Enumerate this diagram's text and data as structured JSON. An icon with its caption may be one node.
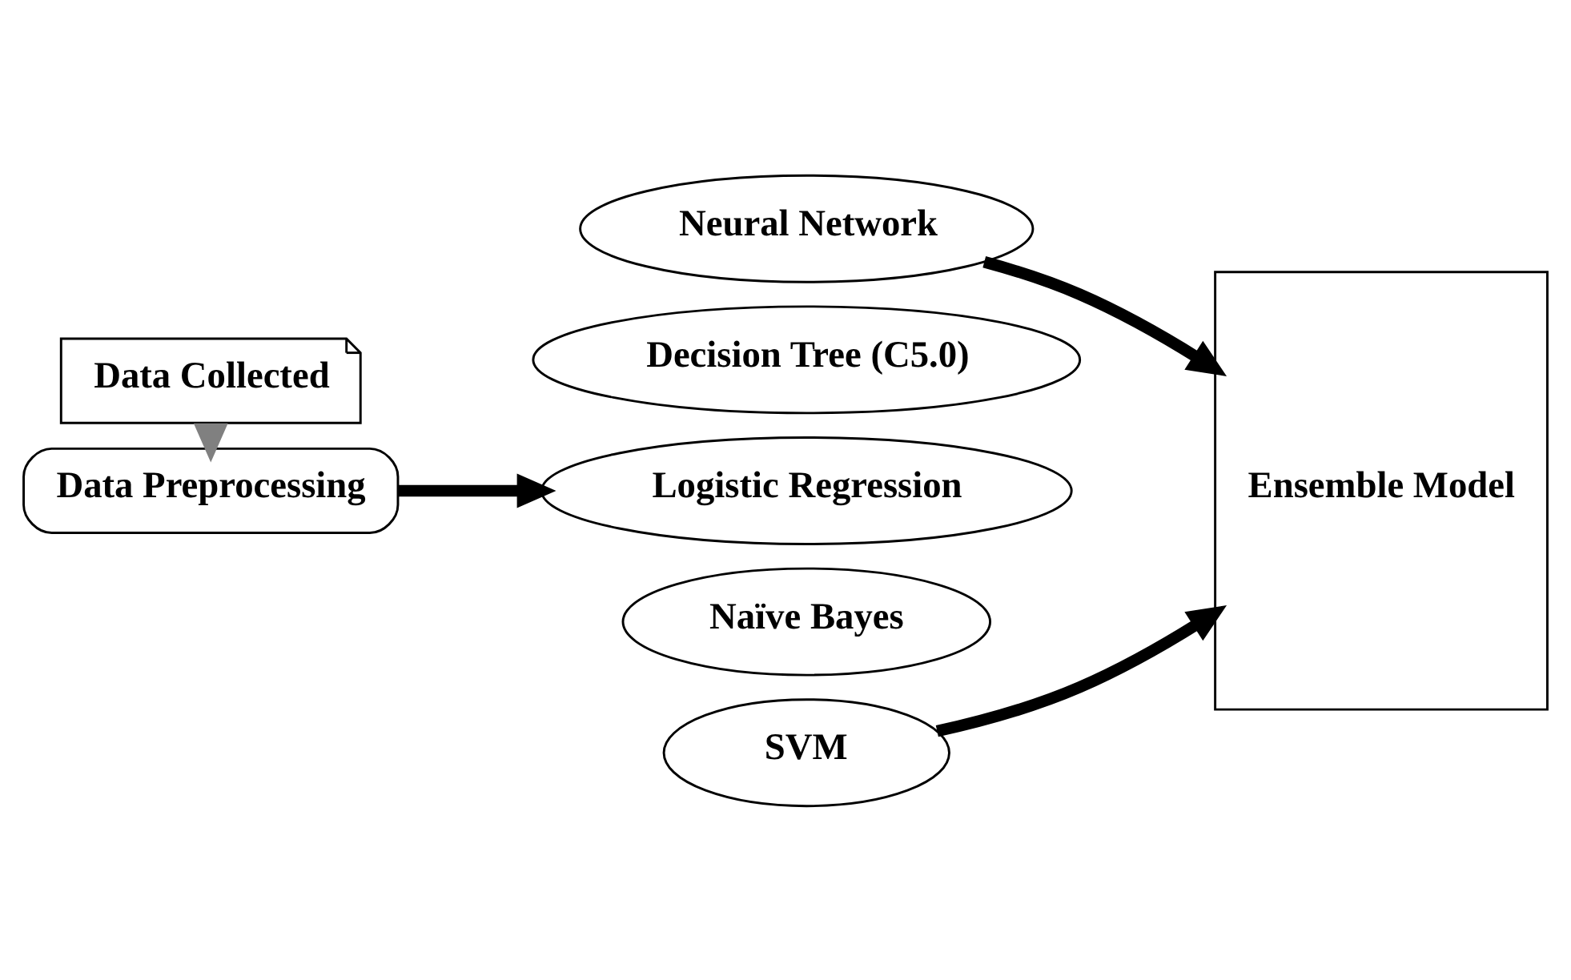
{
  "diagram": {
    "nodes": [
      {
        "text": [
          "Data Collected"
        ]
      },
      {
        "text": [
          "Data Preprocessing"
        ]
      },
      {
        "text": [
          "Neural Network"
        ]
      },
      {
        "text": [
          "Decision Tree (C5.0)"
        ]
      },
      {
        "text": [
          "Logistic Regression"
        ]
      },
      {
        "text": [
          "Naïve Bayes"
        ]
      },
      {
        "text": [
          "SVM"
        ]
      },
      {
        "text": [
          "Ensemble Model"
        ]
      }
    ],
    "edges": [
      {
        "from": 0,
        "to": 1,
        "arrow": "to",
        "color": "#808080"
      },
      {
        "from": 1,
        "to": 4,
        "arrow": "to"
      },
      {
        "from": 2,
        "to": 7,
        "arrow": "to"
      },
      {
        "from": 6,
        "to": 7,
        "arrow": "to"
      }
    ]
  }
}
